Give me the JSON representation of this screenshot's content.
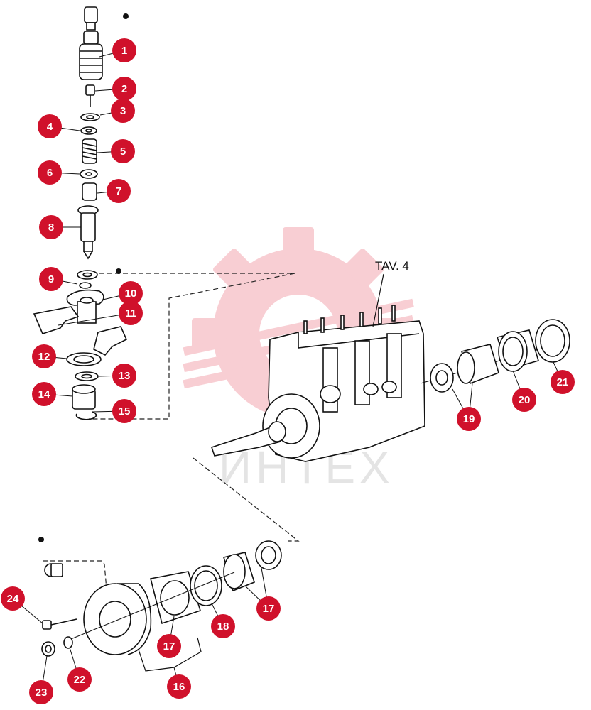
{
  "diagram": {
    "reference_label": "TAV. 4",
    "watermark_text": "ИНТЕХ",
    "callout_color": "#d0112b",
    "callouts": [
      "1",
      "2",
      "3",
      "4",
      "5",
      "6",
      "7",
      "8",
      "9",
      "10",
      "11",
      "12",
      "13",
      "14",
      "15",
      "19",
      "20",
      "21",
      "19",
      "24",
      "17",
      "18",
      "19",
      "23",
      "22",
      "16"
    ]
  }
}
